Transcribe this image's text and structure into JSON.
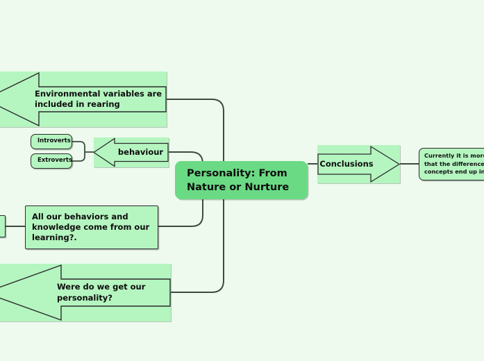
{
  "canvas": {
    "background_color": "#edfaed",
    "root_fill": "#6ada84",
    "node_fill": "#b5f5c0",
    "border_color": "#2b2b2b"
  },
  "root": {
    "label": "Personality: From Nature or Nurture",
    "line1": "Personality: From",
    "line2": "Nature or Nurture"
  },
  "branches": {
    "environmental": {
      "label": "Environmental variables are included in rearing",
      "line1": "Environmental variables are",
      "line2": "included in rearing",
      "shape": "left-arrow"
    },
    "behaviour": {
      "label": "behaviour",
      "shape": "left-arrow"
    },
    "introverts": {
      "label": "Introverts",
      "shape": "rounded-rect"
    },
    "extroverts": {
      "label": "Extroverts",
      "shape": "rounded-rect"
    },
    "learning": {
      "label": "All our behaviors and knowledge come from our learning?.",
      "line1": "All our behaviors and",
      "line2": "knowledge come from our",
      "line3": "learning?.",
      "shape": "rect"
    },
    "origin_question": {
      "label": "Were do we get our personality?",
      "line1": "Were do we get our",
      "line2": "personality?",
      "shape": "left-arrow"
    },
    "conclusions": {
      "label": "Conclusions",
      "shape": "right-arrow"
    },
    "conclusion_detail": {
      "label": "Currently it is more co that the differences b concepts end up inter",
      "line1": "Currently it is more co",
      "line2": "that the differences b",
      "line3": "concepts end up inter",
      "shape": "rounded-rect",
      "clipped": "right"
    }
  }
}
